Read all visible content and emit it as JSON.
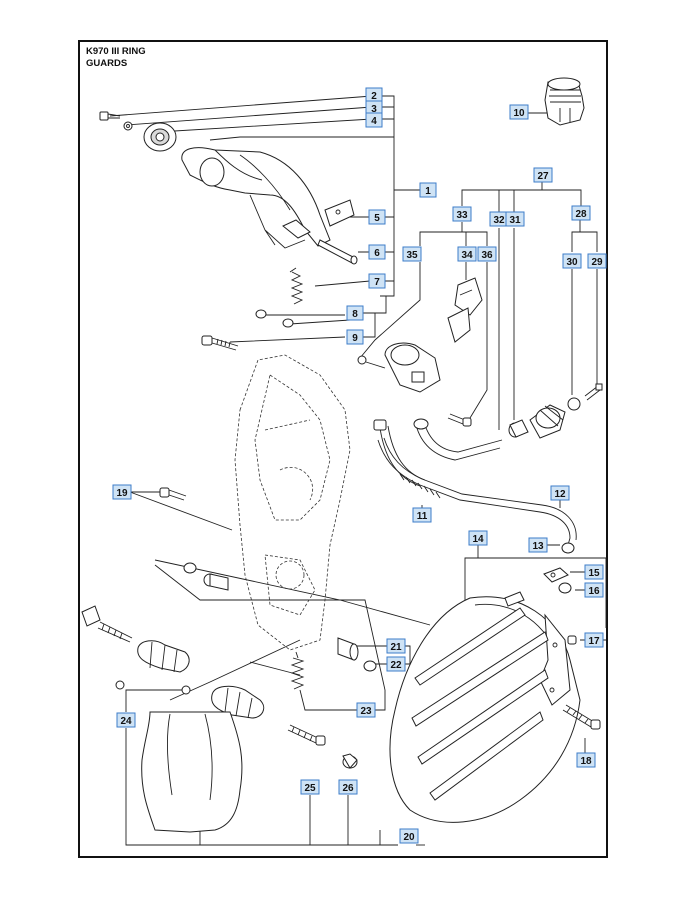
{
  "title": {
    "line1": "K970 III RING",
    "line2": "GUARDS"
  },
  "callouts": [
    "1",
    "2",
    "3",
    "4",
    "5",
    "6",
    "7",
    "8",
    "9",
    "10",
    "11",
    "12",
    "13",
    "14",
    "15",
    "16",
    "17",
    "18",
    "19",
    "20",
    "21",
    "22",
    "23",
    "24",
    "25",
    "26",
    "27",
    "28",
    "29",
    "30",
    "31",
    "32",
    "33",
    "34",
    "35",
    "36"
  ],
  "colors": {
    "label_fill": "#cfe3f5",
    "label_border": "#3d7cc9",
    "line": "#222222"
  }
}
